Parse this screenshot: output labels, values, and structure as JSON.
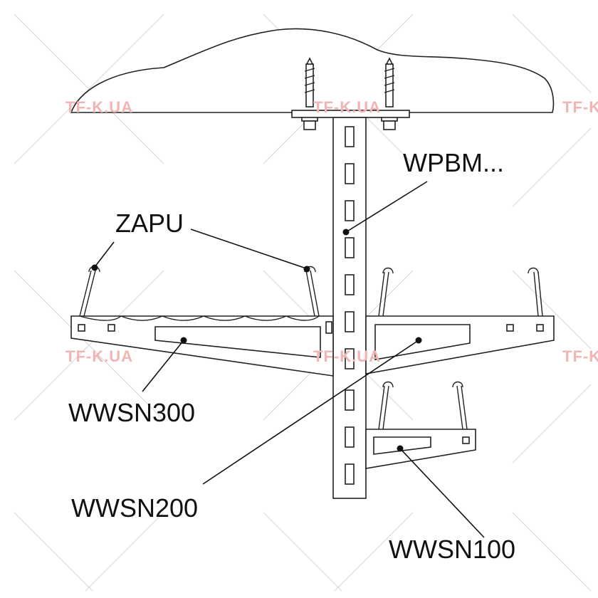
{
  "labels": {
    "wpbm": "WPBM...",
    "zapu": "ZAPU",
    "wwsn300": "WWSN300",
    "wwsn200": "WWSN200",
    "wwsn100": "WWSN100"
  },
  "watermark": {
    "text": "TF-K.UA",
    "color": "#f3b4b4"
  },
  "colors": {
    "line": "#222222",
    "background": "#ffffff"
  }
}
